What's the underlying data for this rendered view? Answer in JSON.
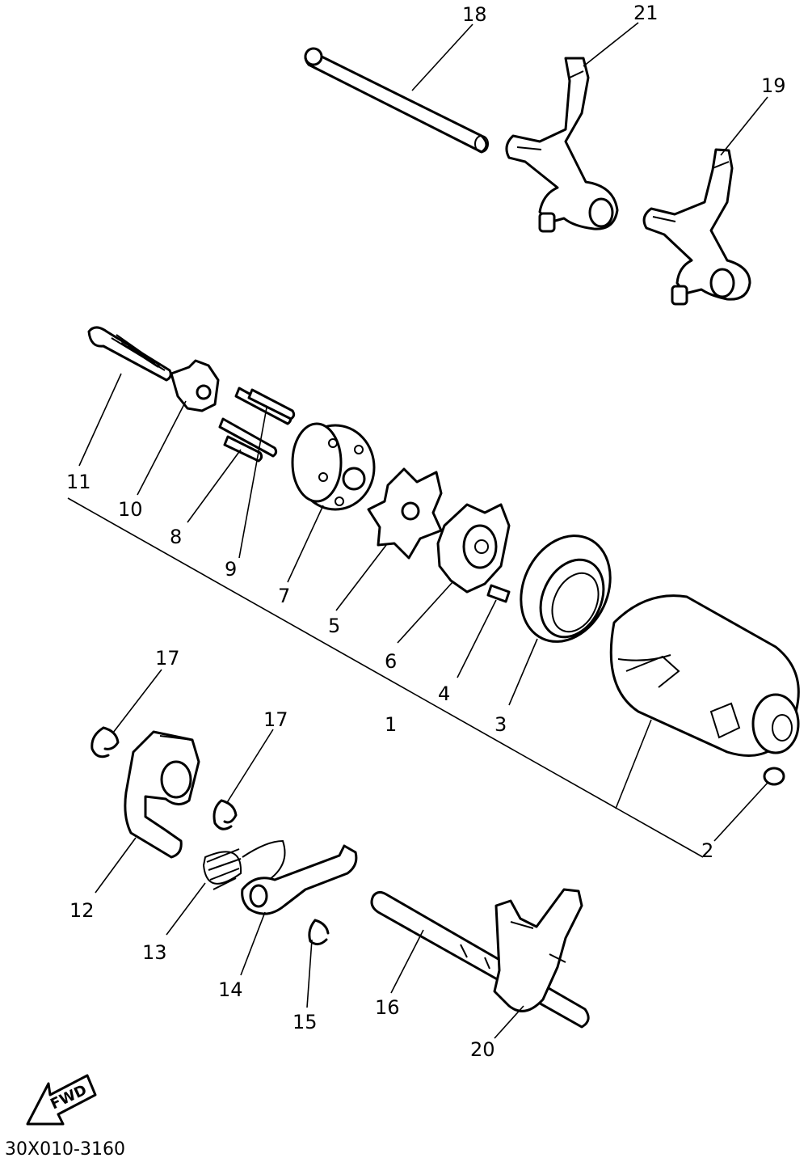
{
  "callouts": {
    "c1": "1",
    "c2": "2",
    "c3": "3",
    "c4": "4",
    "c5": "5",
    "c6": "6",
    "c7": "7",
    "c8": "8",
    "c9": "9",
    "c10": "10",
    "c11": "11",
    "c12": "12",
    "c13": "13",
    "c14": "14",
    "c15": "15",
    "c16": "16",
    "c17a": "17",
    "c17b": "17",
    "c18": "18",
    "c19": "19",
    "c20": "20",
    "c21": "21"
  },
  "fwd_label": "FWD",
  "diagram_code": "30X010-3160"
}
